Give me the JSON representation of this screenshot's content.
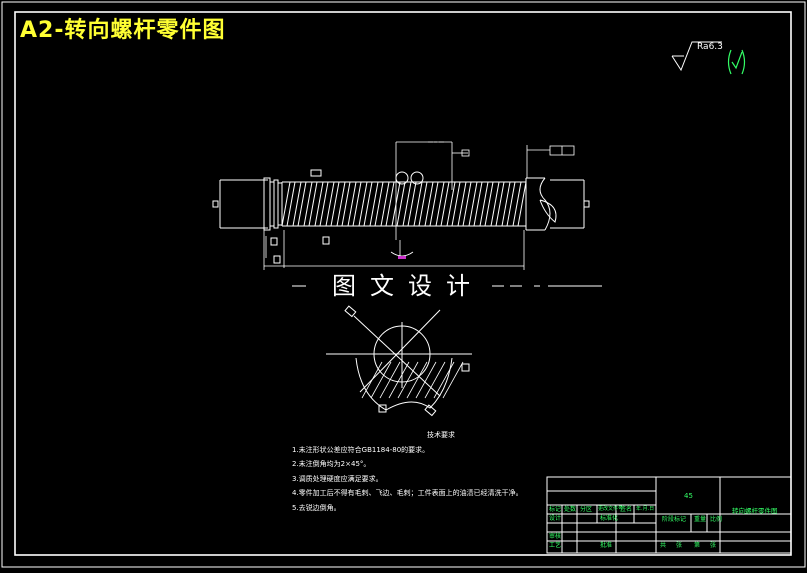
{
  "drawing": {
    "title": "A2-转向螺杆零件图",
    "watermark": "图文设计",
    "surface_finish": "Ra6.3",
    "notes_title": "技术要求",
    "notes": [
      "1.未注形状公差应符合GB1184-80的要求。",
      "2.未注倒角均为2×45°。",
      "3.调质处理硬度应满足要求。",
      "4.零件加工后不得有毛刺、飞边、毛刺；工件表面上的油渍已经清洗干净。",
      "5.去锐边倒角。"
    ],
    "title_block": {
      "material": "45",
      "part_name": "转向螺杆零件图",
      "labels": [
        "标记",
        "处数",
        "分区",
        "更改文件号",
        "签名",
        "年.月.日",
        "设计",
        "标准化",
        "阶段标记",
        "重量",
        "比例",
        "审核",
        "工艺",
        "批准",
        "共",
        "张",
        "第",
        "张"
      ]
    },
    "colors": {
      "background": "#000000",
      "frame": "#ffffff",
      "title": "#ffff33",
      "dimension": "#ffffff",
      "table_text": "#33ff66",
      "tick": "#33ff66",
      "marker": "#cc33cc"
    }
  }
}
